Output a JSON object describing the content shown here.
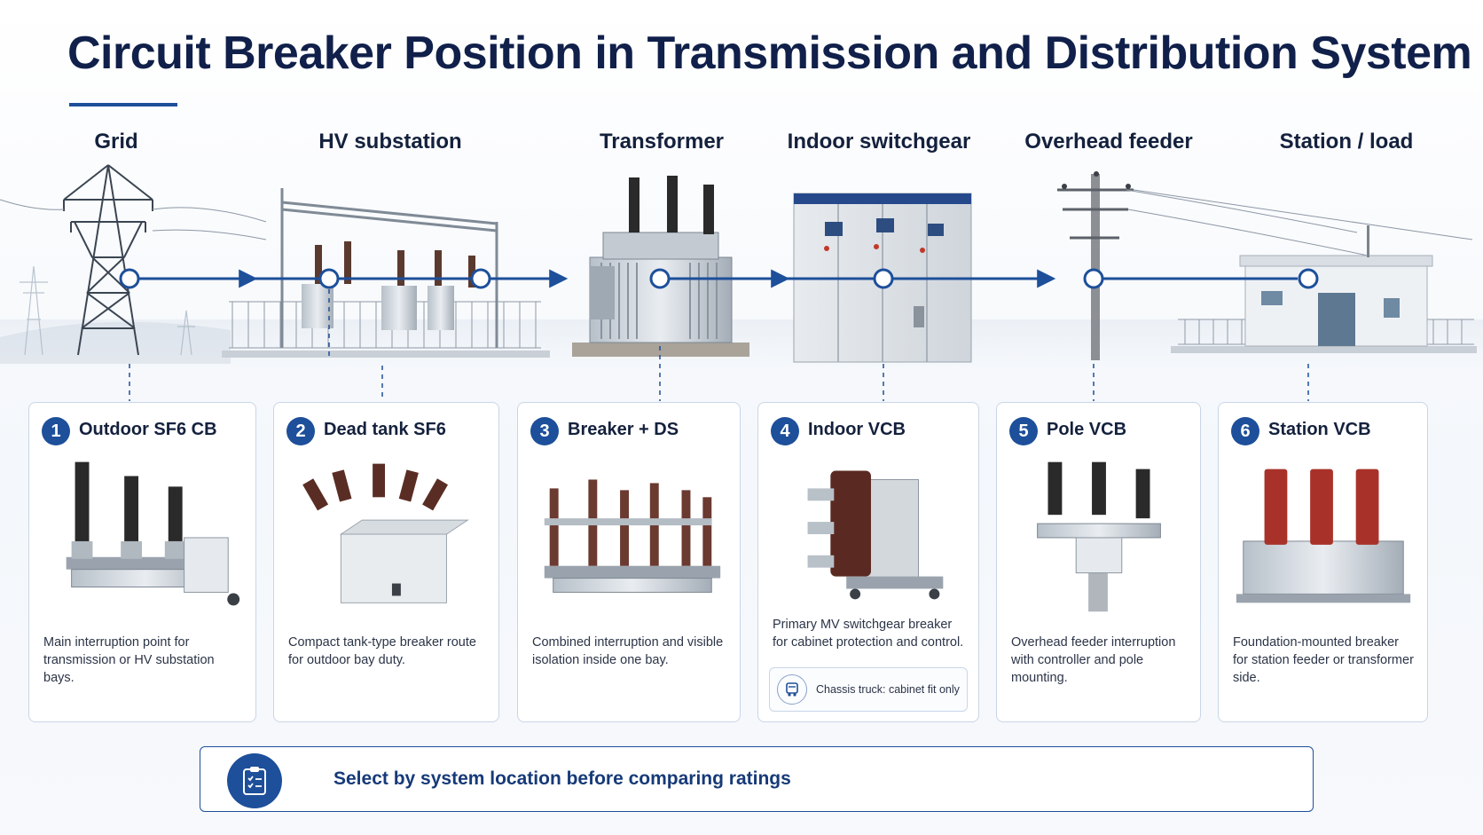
{
  "title": "Circuit Breaker Position in Transmission and Distribution System",
  "colors": {
    "accent": "#1d4f9a",
    "title": "#10204a",
    "card_border": "#c9d6e8"
  },
  "stages": [
    {
      "label": "Grid"
    },
    {
      "label": "HV substation"
    },
    {
      "label": "Transformer"
    },
    {
      "label": "Indoor switchgear"
    },
    {
      "label": "Overhead feeder"
    },
    {
      "label": "Station / load"
    }
  ],
  "cards": [
    {
      "number": "1",
      "title": "Outdoor SF6 CB",
      "description": "Main interruption point for transmission or HV substation bays."
    },
    {
      "number": "2",
      "title": "Dead tank SF6",
      "description": "Compact tank-type breaker route for outdoor bay duty."
    },
    {
      "number": "3",
      "title": "Breaker + DS",
      "description": "Combined interruption and visible isolation inside one bay."
    },
    {
      "number": "4",
      "title": "Indoor VCB",
      "description": "Primary MV switchgear breaker for cabinet protection and control.",
      "chip": {
        "icon": "truck-icon",
        "text": "Chassis truck: cabinet fit only"
      }
    },
    {
      "number": "5",
      "title": "Pole VCB",
      "description": "Overhead feeder interruption with controller and pole mounting."
    },
    {
      "number": "6",
      "title": "Station VCB",
      "description": "Foundation-mounted breaker for station feeder or transformer side."
    }
  ],
  "footer": {
    "icon": "clipboard-checklist-icon",
    "text": "Select by system location before comparing ratings"
  }
}
